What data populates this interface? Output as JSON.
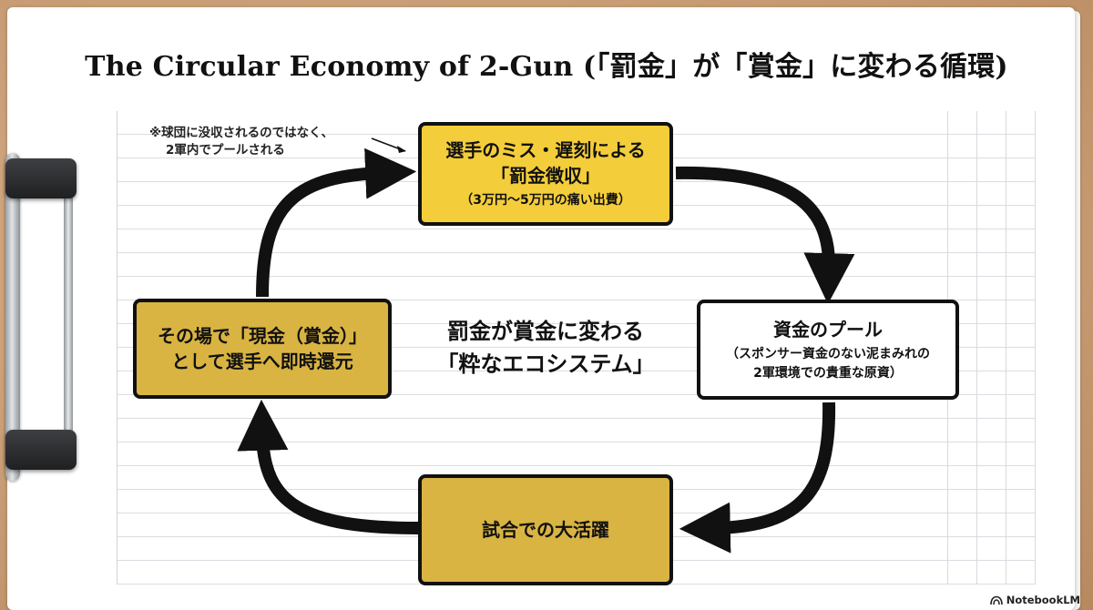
{
  "title": "The Circular Economy of 2-Gun (「罰金」が「賞金」に変わる循環)",
  "note": {
    "line1": "※球団に没収されるのではなく、",
    "line2": "2軍内でプールされる"
  },
  "nodes": {
    "penalty": {
      "line1": "選手のミス・遅刻による",
      "line2": "「罰金徴収」",
      "sub": "（3万円〜5万円の痛い出費）"
    },
    "pool": {
      "line1": "資金のプール",
      "sub1": "（スポンサー資金のない泥まみれの",
      "sub2": "2軍環境での貴重な原資）"
    },
    "game": {
      "line1": "試合での大活躍"
    },
    "cash": {
      "line1": "その場で「現金（賞金）」",
      "line2": "として選手へ即時還元"
    }
  },
  "center": {
    "line1": "罰金が賞金に変わる",
    "line2": "「粋なエコシステム」"
  },
  "brand": "NotebookLM",
  "colors": {
    "penalty_box": "#f4cd3a",
    "gold_box": "#d9b443",
    "pool_box": "#ffffff",
    "arrow": "#111111"
  }
}
